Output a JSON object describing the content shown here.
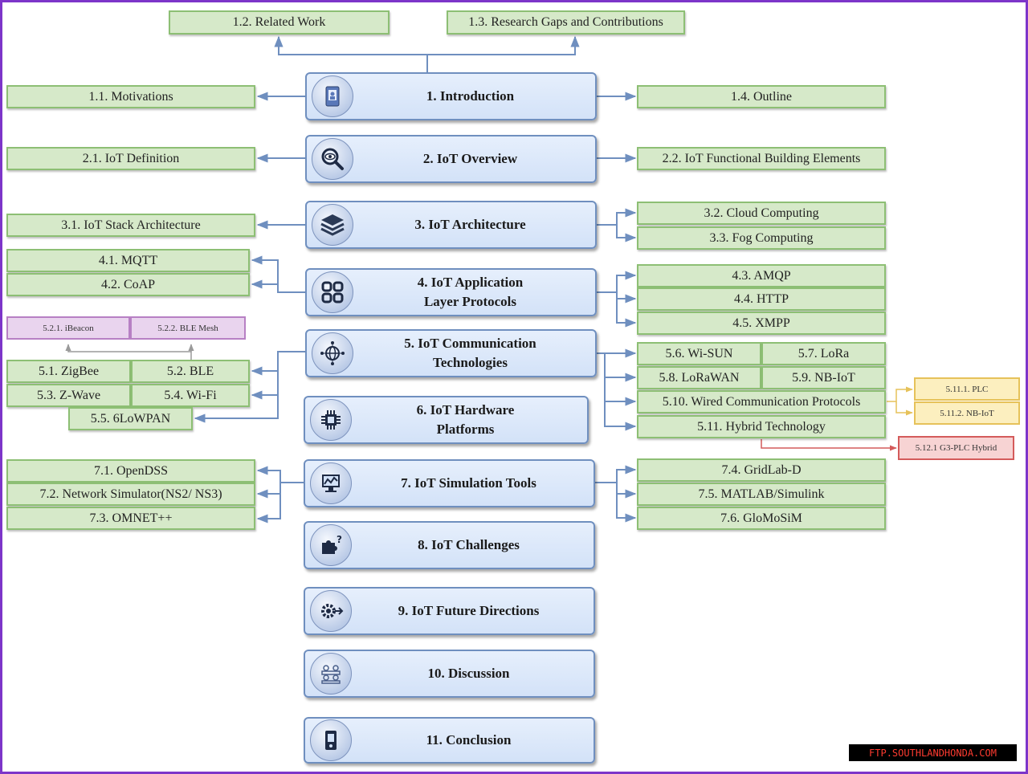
{
  "main_sections": [
    {
      "id": "s1",
      "title": "1. Introduction",
      "icon": "document-icon"
    },
    {
      "id": "s2",
      "title": "2. IoT Overview",
      "icon": "magnifier-eye-icon"
    },
    {
      "id": "s3",
      "title": "3. IoT Architecture",
      "icon": "layers-stack-icon"
    },
    {
      "id": "s4",
      "title": "4. IoT Application\nLayer Protocols",
      "icon": "app-grid-icon"
    },
    {
      "id": "s5",
      "title": "5. IoT Communication\nTechnologies",
      "icon": "network-globe-icon"
    },
    {
      "id": "s6",
      "title": "6. IoT Hardware\nPlatforms",
      "icon": "chip-icon"
    },
    {
      "id": "s7",
      "title": "7. IoT Simulation Tools",
      "icon": "simulation-screen-icon"
    },
    {
      "id": "s8",
      "title": "8. IoT Challenges",
      "icon": "puzzle-question-icon"
    },
    {
      "id": "s9",
      "title": "9. IoT Future Directions",
      "icon": "gear-arrow-icon"
    },
    {
      "id": "s10",
      "title": "10. Discussion",
      "icon": "people-meeting-icon"
    },
    {
      "id": "s11",
      "title": "11. Conclusion",
      "icon": "book-checklist-icon"
    }
  ],
  "subsections": {
    "s1_top": [
      "1.2. Related Work",
      "1.3. Research Gaps and Contributions"
    ],
    "s1_left": [
      "1.1. Motivations"
    ],
    "s1_right": [
      "1.4. Outline"
    ],
    "s2_left": [
      "2.1. IoT Definition"
    ],
    "s2_right": [
      "2.2. IoT Functional Building Elements"
    ],
    "s3_left": [
      "3.1. IoT Stack Architecture"
    ],
    "s3_right": [
      "3.2. Cloud Computing",
      "3.3. Fog Computing"
    ],
    "s4_left": [
      "4.1. MQTT",
      "4.2. CoAP"
    ],
    "s4_right": [
      "4.3. AMQP",
      "4.4. HTTP",
      "4.5. XMPP"
    ],
    "s5_ble_children": [
      "5.2.1. iBeacon",
      "5.2.2. BLE Mesh"
    ],
    "s5_left": [
      "5.1. ZigBee",
      "5.2. BLE",
      "5.3. Z-Wave",
      "5.4. Wi-Fi",
      "5.5. 6LoWPAN"
    ],
    "s5_right": [
      "5.6. Wi-SUN",
      "5.7. LoRa",
      "5.8. LoRaWAN",
      "5.9. NB-IoT",
      "5.10. Wired Communication Protocols",
      "5.11. Hybrid Technology"
    ],
    "s5_wired_children": [
      "5.11.1. PLC",
      "5.11.2. NB-IoT"
    ],
    "s5_hybrid_children": [
      "5.12.1 G3-PLC Hybrid"
    ],
    "s7_left": [
      "7.1. OpenDSS",
      "7.2. Network Simulator(NS2/ NS3)",
      "7.3. OMNET++"
    ],
    "s7_right": [
      "7.4. GridLab-D",
      "7.5. MATLAB/Simulink",
      "7.6. GloMoSiM"
    ]
  },
  "watermark": "FTP.SOUTHLANDHONDA.COM",
  "colors": {
    "frame": "#7d35c9",
    "main_fill": "#dbe7fa",
    "main_border": "#6f8fbf",
    "sub_fill": "#d6e9c9",
    "sub_border": "#8dbf74",
    "purple_fill": "#e9d4ee",
    "yellow_fill": "#fcefbf",
    "red_fill": "#f7d3d3",
    "connector": "#6f8fbf"
  }
}
